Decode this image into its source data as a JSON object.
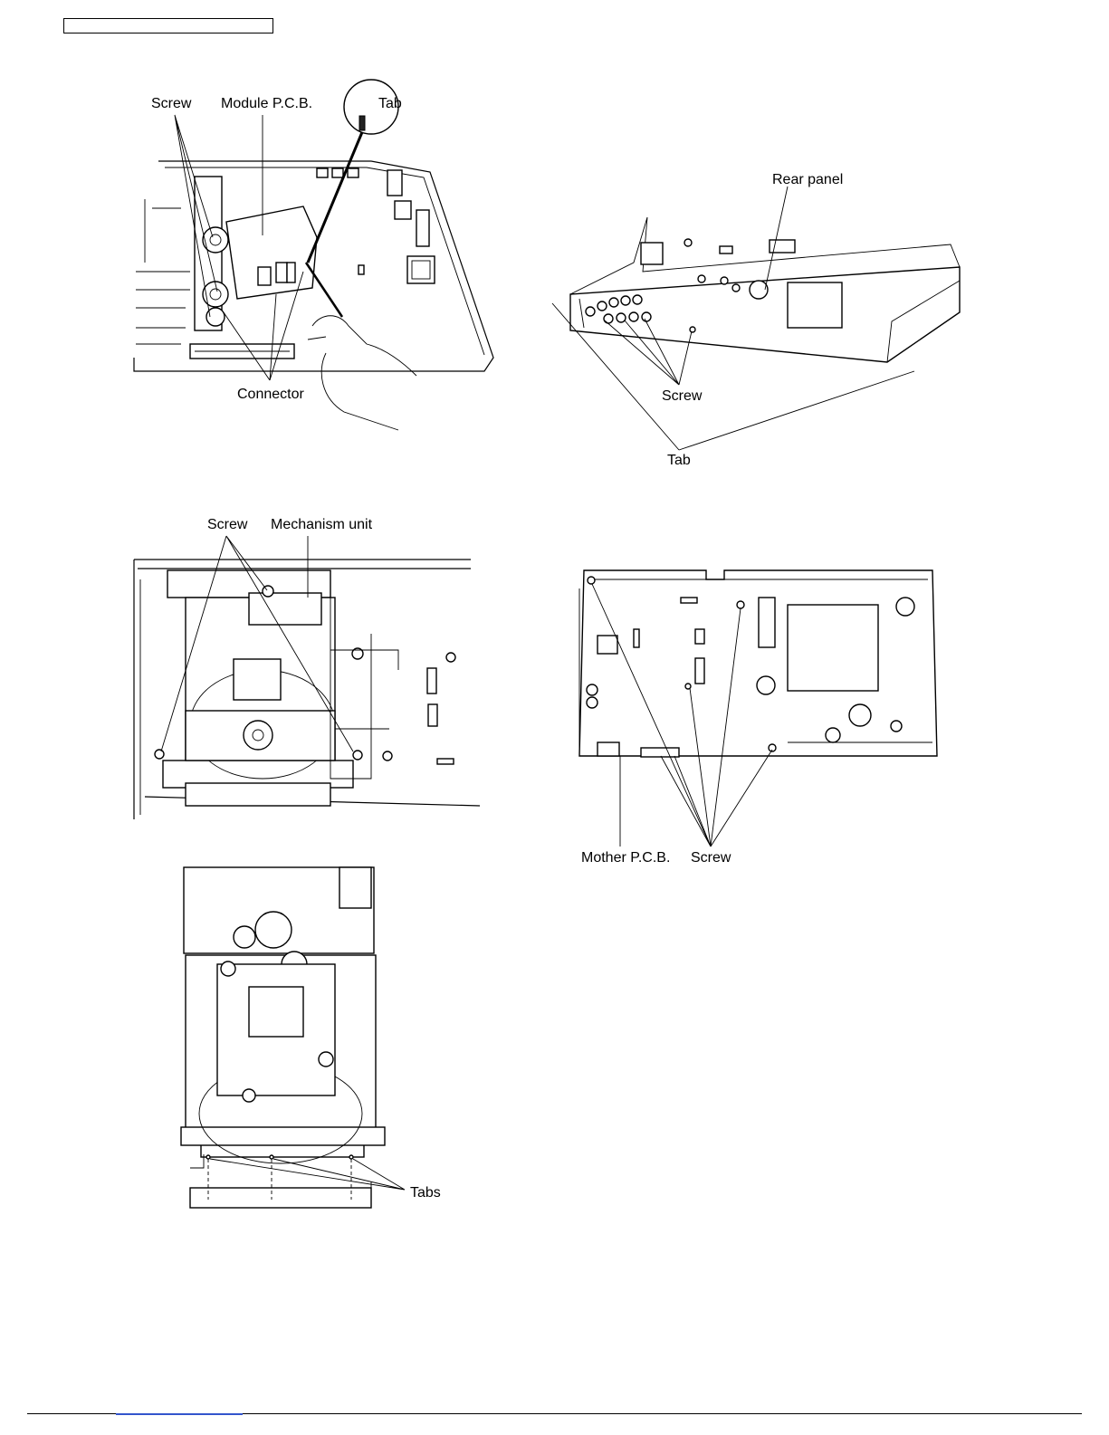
{
  "header": {
    "box_text": ""
  },
  "footer": {
    "link_text": ""
  },
  "figures": {
    "module_pcb": {
      "screw": "Screw",
      "module": "Module P.C.B.",
      "tab": "Tab",
      "connector": "Connector"
    },
    "rear_panel": {
      "rear": "Rear panel",
      "screw": "Screw",
      "tab": "Tab"
    },
    "mechanism": {
      "screw": "Screw",
      "mech": "Mechanism unit"
    },
    "mother_pcb": {
      "mother": "Mother P.C.B.",
      "screw": "Screw"
    },
    "tray": {
      "tabs": "Tabs"
    }
  }
}
